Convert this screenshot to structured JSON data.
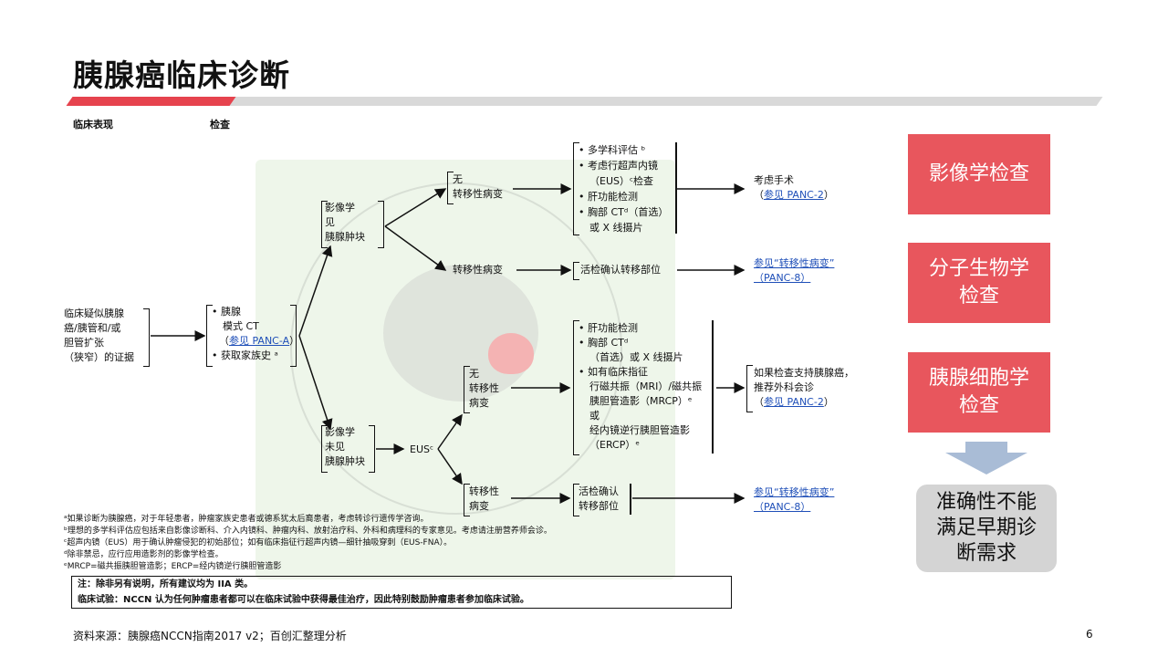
{
  "title": "胰腺癌临床诊断",
  "headers": {
    "col1": "临床表现",
    "col2": "检查"
  },
  "flow": {
    "clinical": [
      "临床疑似胰腺",
      "癌/胰管和/或",
      "胆管扩张",
      "（狭窄）的证据"
    ],
    "workup": {
      "l1": "• 胰腺",
      "l2": "模式 CT",
      "l3_pre": "（",
      "l3_link": "参见 PANC-A",
      "l3_post": "）",
      "l4": "• 获取家族史 ᵃ"
    },
    "mass_seen": [
      "影像学",
      "见",
      "胰腺肿块"
    ],
    "mass_unseen": [
      "影像学",
      "未见",
      "胰腺肿块"
    ],
    "no_meta_top": [
      "无",
      "转移性病变"
    ],
    "meta_top": "转移性病变",
    "top_list": [
      "• 多学科评估 ᵇ",
      "• 考虑行超声内镜",
      "（EUS）ᶜ检查",
      "• 肝功能检测",
      "• 胸部 CTᵈ（首选）",
      "或 X 线摄片"
    ],
    "consider_surgery": "考虑手术",
    "see_panc2_top": {
      "pre": "（",
      "link": "参见 PANC-2",
      "post": "）"
    },
    "biopsy_top": "活检确认转移部位",
    "see_meta_top": [
      "参见“转移性病变”",
      "（PANC-8）"
    ],
    "eus": "EUSᶜ",
    "no_meta_bottom": [
      "无",
      "转移性",
      "病变"
    ],
    "meta_bottom": [
      "转移性",
      "病变"
    ],
    "bottom_list": [
      "• 肝功能检测",
      "• 胸部 CTᵈ",
      "（首选）或 X 线摄片",
      "• 如有临床指征",
      "行磁共振（MRI）/磁共振",
      "胰胆管造影（MRCP）ᵉ",
      "或",
      "经内镜逆行胰胆管造影",
      "（ERCP）ᵉ"
    ],
    "if_support": [
      "如果检查支持胰腺癌，",
      "推荐外科会诊"
    ],
    "see_panc2_bottom": {
      "pre": "（",
      "link": "参见 PANC-2",
      "post": "）"
    },
    "biopsy_bottom": [
      "活检确认",
      "转移部位"
    ],
    "see_meta_bottom": [
      "参见“转移性病变”",
      "（PANC-8）"
    ]
  },
  "footnotes": [
    "ᵃ如果诊断为胰腺癌，对于年轻患者，肿瘤家族史患者或德系犹太后裔患者，考虑转诊行遗传学咨询。",
    "ᵇ理想的多学科评估应包括来自影像诊断科、介入内镜科、肿瘤内科、放射治疗科、外科和病理科的专家意见。考虑请注册营养师会诊。",
    "ᶜ超声内镜（EUS）用于确认肿瘤侵犯的初始部位；如有临床指征行超声内镜—细针抽吸穿刺（EUS-FNA）。",
    "ᵈ除非禁忌，应行应用造影剂的影像学检查。",
    "ᵉMRCP=磁共振胰胆管造影；ERCP=经内镜逆行胰胆管造影"
  ],
  "note": [
    "注：除非另有说明，所有建议均为 IIA 类。",
    "临床试验：NCCN 认为任何肿瘤患者都可以在临床试验中获得最佳治疗，因此特别鼓励肿瘤患者参加临床试验。"
  ],
  "side_boxes": {
    "imaging": "影像学检查",
    "molecular": "分子生物学检查",
    "cytology": "胰腺细胞学检查",
    "limitation": "准确性不能满足早期诊断需求"
  },
  "colors": {
    "accent_red": "#e8565d",
    "link_blue": "#1f4fb8",
    "box_gray": "#d4d4d4"
  },
  "source": "资料来源：胰腺癌NCCN指南2017  v2；百创汇整理分析",
  "page_number": "6"
}
